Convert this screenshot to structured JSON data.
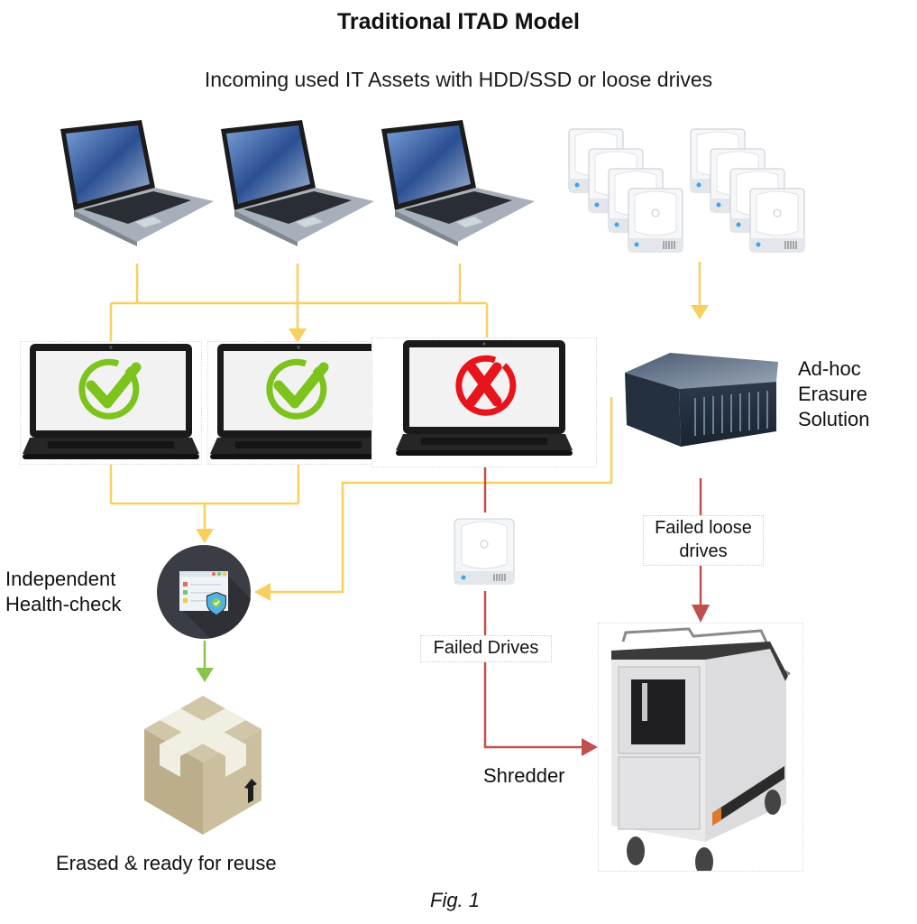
{
  "title": "Traditional ITAD Model",
  "subtitle": "Incoming used IT Assets with HDD/SSD or loose drives",
  "incoming_laptops": [
    {
      "name": "incoming-laptop-1"
    },
    {
      "name": "incoming-laptop-2"
    },
    {
      "name": "incoming-laptop-3"
    }
  ],
  "loose_drive_stacks": [
    {
      "count": 4
    },
    {
      "count": 4
    }
  ],
  "erasure_results": [
    {
      "status": "pass",
      "icon": "check-circle-icon",
      "color": "#7cc31c"
    },
    {
      "status": "pass",
      "icon": "check-circle-icon",
      "color": "#7cc31c"
    },
    {
      "status": "fail",
      "icon": "x-circle-icon",
      "color": "#e8141b"
    }
  ],
  "erasure_solution_label": [
    "Ad-hoc",
    "Erasure",
    "Solution"
  ],
  "health_check_label": [
    "Independent",
    "Health-check"
  ],
  "failed_drives_label": "Failed Drives",
  "failed_loose_label": [
    "Failed loose",
    "drives"
  ],
  "shredder_label": "Shredder",
  "reuse_label": "Erased & ready for reuse",
  "figure_caption": "Fig. 1",
  "colors": {
    "flow_yellow": "#f9cf5f",
    "flow_red": "#c0504d",
    "flow_green": "#8bc34a"
  }
}
